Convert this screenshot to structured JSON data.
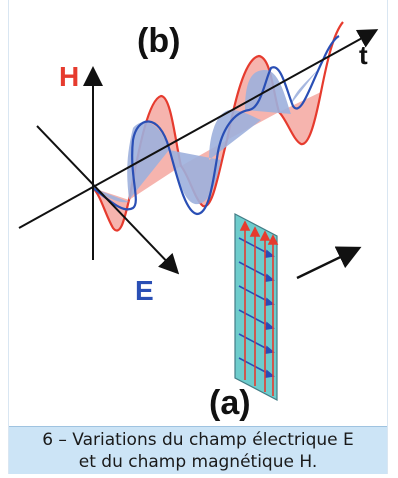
{
  "figure": {
    "label_b": "(b)",
    "label_a": "(a)",
    "axis_t": "t",
    "axis_H": "H",
    "axis_E": "E",
    "colors": {
      "electric": "#2a4fb5",
      "electric_fill": "#9db0dd",
      "magnetic": "#e63b2e",
      "magnetic_fill": "#f4a7a0",
      "plate": "#5fc7c7"
    }
  },
  "caption": {
    "line1": "6 – Variations du champ électrique E",
    "line2": "et du champ magnétique H."
  }
}
